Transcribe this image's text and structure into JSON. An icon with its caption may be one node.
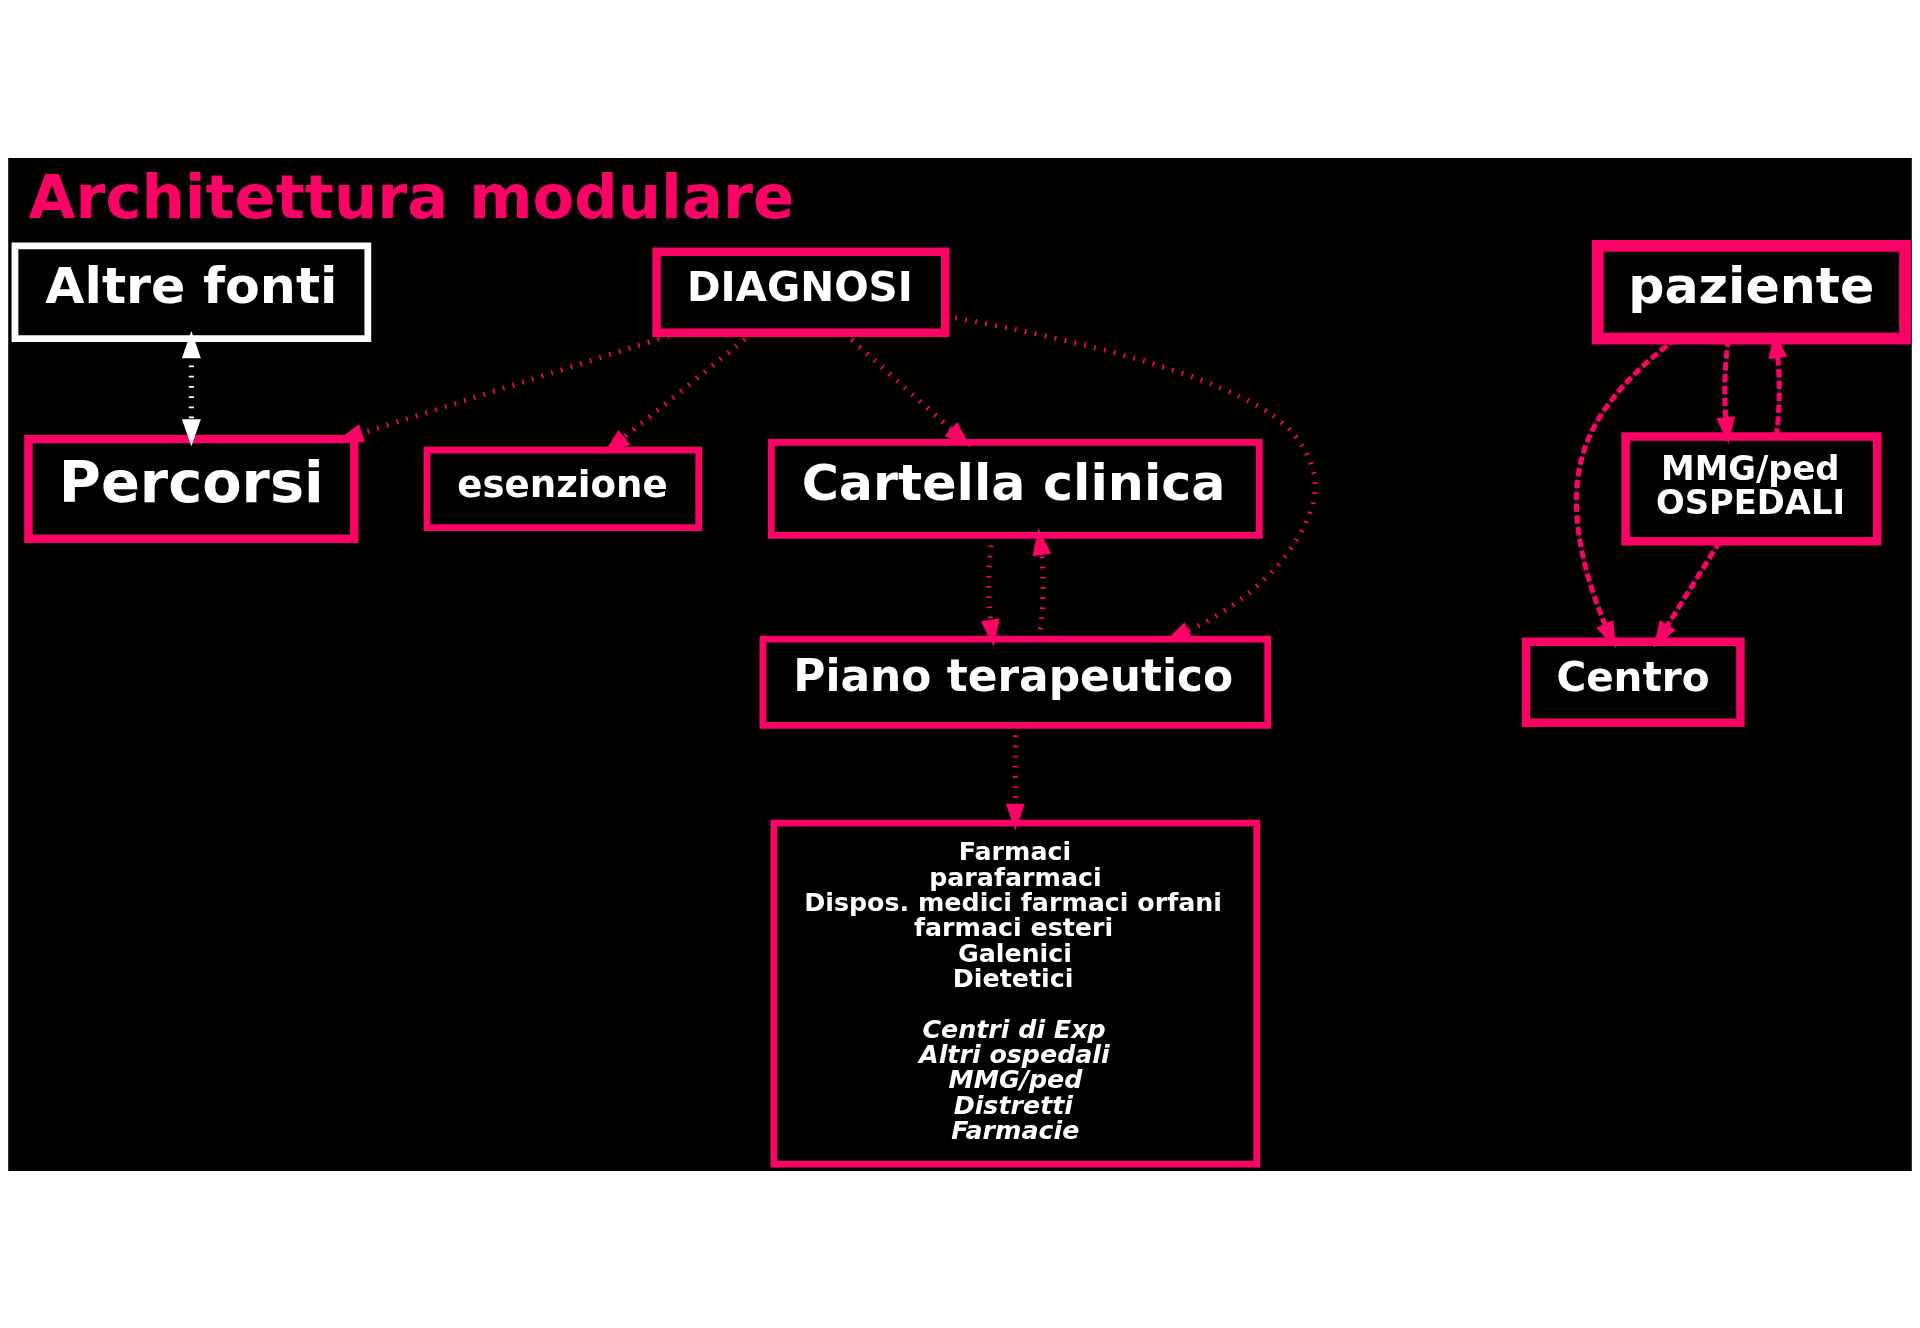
{
  "diagram": {
    "title": "Architettura modulare",
    "nodes": [
      {
        "text": [
          "Altre fonti"
        ]
      },
      {
        "text": [
          "paziente"
        ]
      },
      {
        "text": [
          "Percorsi"
        ]
      },
      {
        "text": [
          "Centro"
        ]
      },
      {
        "text": [
          "DIAGNOSI"
        ]
      },
      {
        "text": [
          "MMG/ped",
          "OSPEDALI"
        ]
      },
      {
        "text": [
          "Farmaci",
          "parafarmaci",
          "Dispos. medici farmaci orfani",
          "farmaci esteri",
          "Galenici",
          "Dietetici",
          "Centri di Exp",
          "Altri ospedali",
          "MMG/ped",
          "Distretti",
          "Farmacie"
        ]
      },
      {
        "text": [
          "esenzione"
        ]
      },
      {
        "text": [
          "Cartella clinica"
        ]
      },
      {
        "text": [
          "Piano terapeutico"
        ]
      }
    ],
    "edges": [
      {
        "from": 0,
        "to": 2,
        "arrow": "both",
        "color": "#ffffff"
      },
      {
        "from": 4,
        "to": 2,
        "arrow": "to"
      },
      {
        "from": 1,
        "to": 3,
        "arrow": "to",
        "style": "dashed"
      },
      {
        "from": 1,
        "to": 5,
        "arrow": "to",
        "style": "dashed"
      },
      {
        "from": 5,
        "to": 1,
        "arrow": "to",
        "style": "dashed"
      },
      {
        "from": 5,
        "to": 3,
        "arrow": "to",
        "style": "dashed"
      },
      {
        "from": 4,
        "to": 7,
        "arrow": "to"
      },
      {
        "from": 4,
        "to": 8,
        "arrow": "to"
      },
      {
        "from": 4,
        "to": 9,
        "arrow": "to"
      },
      {
        "from": 8,
        "to": 9,
        "arrow": "to"
      },
      {
        "from": 9,
        "to": 8,
        "arrow": "to"
      },
      {
        "from": 9,
        "to": 6,
        "arrow": "to"
      }
    ]
  }
}
